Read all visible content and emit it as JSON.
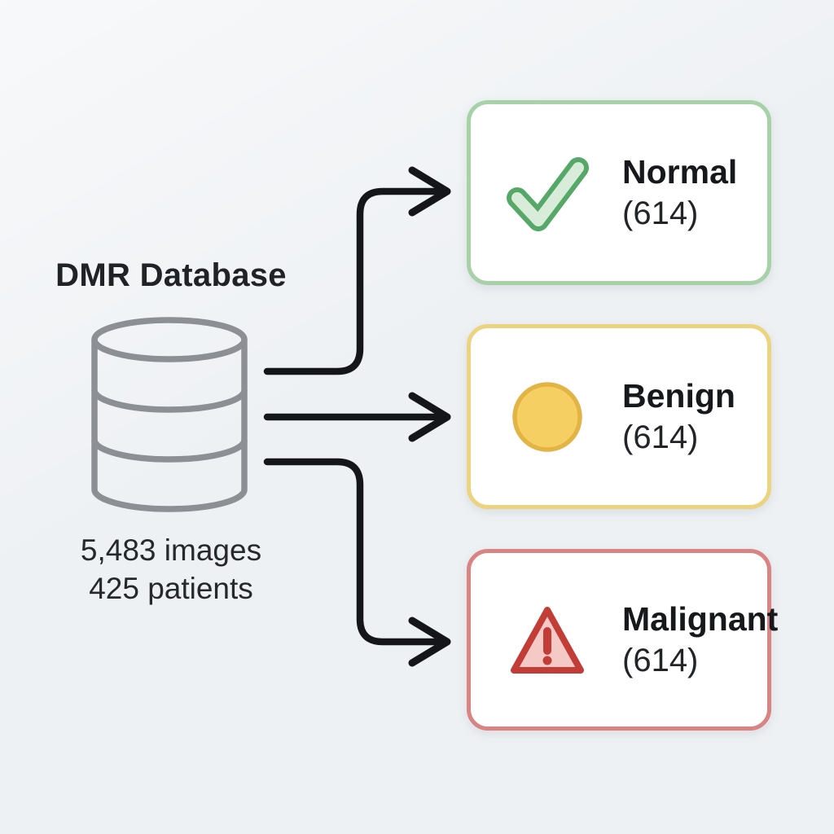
{
  "source": {
    "title": "DMR Database",
    "images": "5,483 images",
    "patients": "425 patients"
  },
  "categories": [
    {
      "label": "Normal",
      "count": "(614)",
      "icon": "checkmark-icon"
    },
    {
      "label": "Benign",
      "count": "(614)",
      "icon": "circle-icon"
    },
    {
      "label": "Malignant",
      "count": "(614)",
      "icon": "warning-triangle-icon"
    }
  ],
  "colors": {
    "background": "#eef1f4",
    "arrow": "#15161a",
    "db-stroke": "#8c8f93",
    "green-border": "#a7d1a7",
    "green-stroke": "#56a868",
    "green-fill": "#d8ecd9",
    "yellow-border": "#ecd37e",
    "yellow-stroke": "#e2b445",
    "yellow-fill": "#f6cf63",
    "red-border": "#d98383",
    "red-stroke": "#c33d38",
    "red-fill": "#f5c9c5"
  }
}
